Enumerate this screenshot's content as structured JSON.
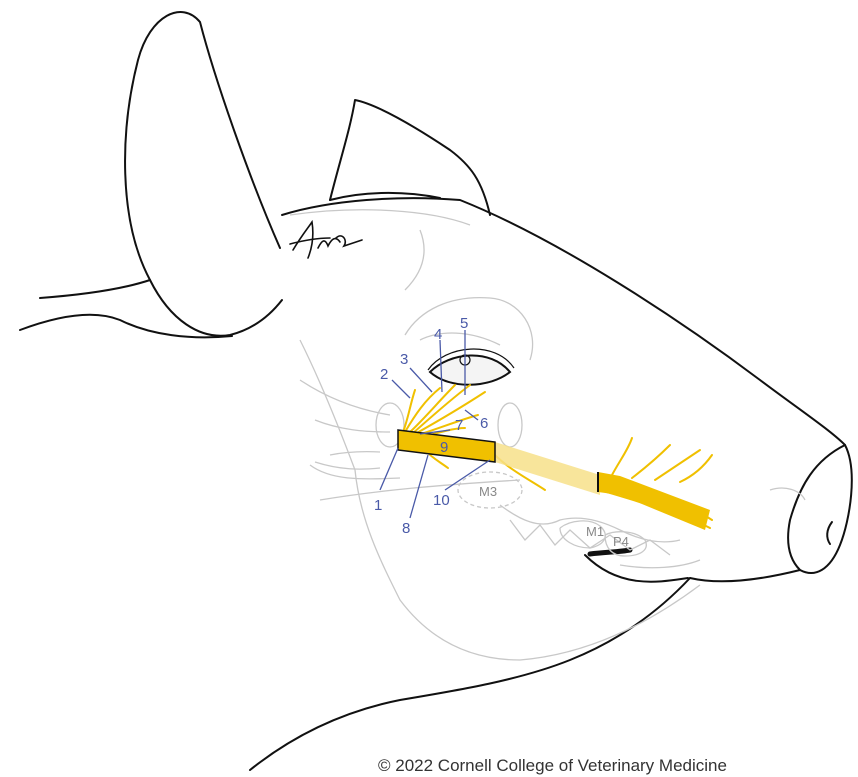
{
  "figure": {
    "nerve_labels": [
      "1",
      "2",
      "3",
      "4",
      "5",
      "6",
      "7",
      "8",
      "9",
      "10"
    ],
    "teeth_labels": {
      "m3": "M3",
      "m1": "M1",
      "p4": "P4"
    },
    "copyright": "© 2022 Cornell College of Veterinary Medicine",
    "colors": {
      "nerve": "#f0c000",
      "nerve_light": "#f7e08a",
      "label": "#4a5aa8",
      "outline": "#111111",
      "skull": "#c8c8c8"
    }
  }
}
